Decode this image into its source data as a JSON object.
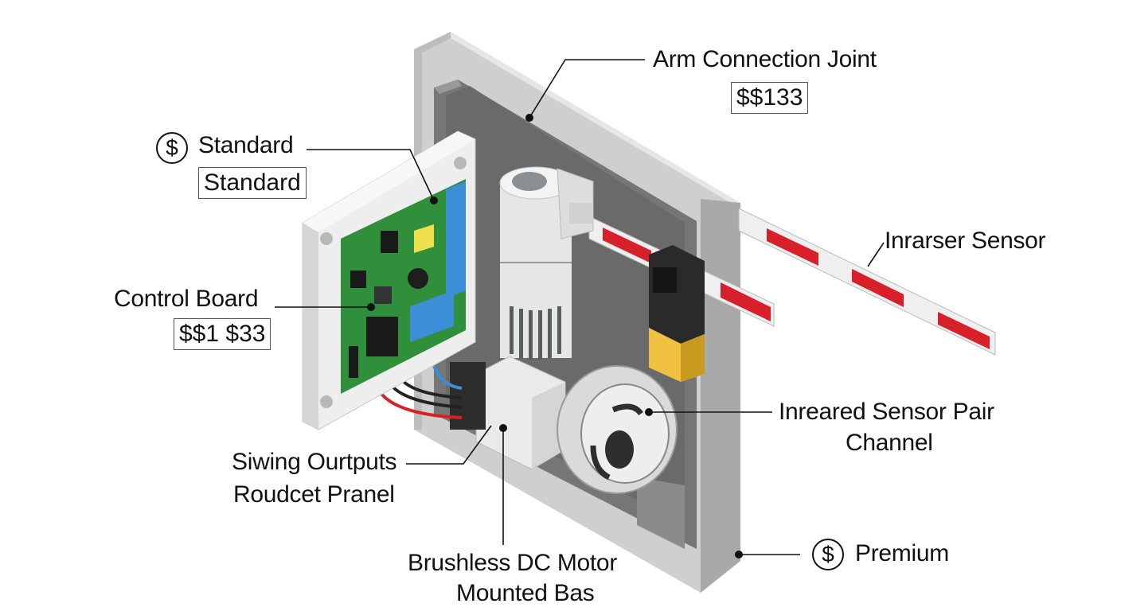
{
  "diagram": {
    "subject": "Barrier gate motor assembly (exploded isometric view)",
    "colors": {
      "panel_light": "#d6d6d6",
      "panel_dark": "#6d6d6d",
      "pcb_green": "#2f8f3a",
      "terminal_blue": "#3a8fd6",
      "stripe_red": "#d8202a",
      "sensor_yellow": "#f0c040",
      "sensor_black": "#2a2a2a",
      "motor_silver": "#e4e6e8"
    },
    "labels": {
      "arm_joint": {
        "title": "Arm Connection Joint",
        "price": "$$133"
      },
      "standard": {
        "icon": "dollar-circle-icon",
        "title": "Standard",
        "tag": "Standard"
      },
      "control_board": {
        "title": "Control Board",
        "price": "$$1 $33"
      },
      "inrarser_sensor": {
        "title": "Inrarser Sensor"
      },
      "infrared_pair": {
        "line1": "Inreared Sensor Pair",
        "line2": "Channel"
      },
      "swing_outputs": {
        "line1": "Siwing Ourtputs",
        "line2": "Roudcet Pranel"
      },
      "motor": {
        "line1": "Brushless DC Motor",
        "line2": "Mounted Bas"
      },
      "premium": {
        "icon": "dollar-circle-icon",
        "title": "Premium"
      }
    },
    "dollar_glyph": "$"
  }
}
